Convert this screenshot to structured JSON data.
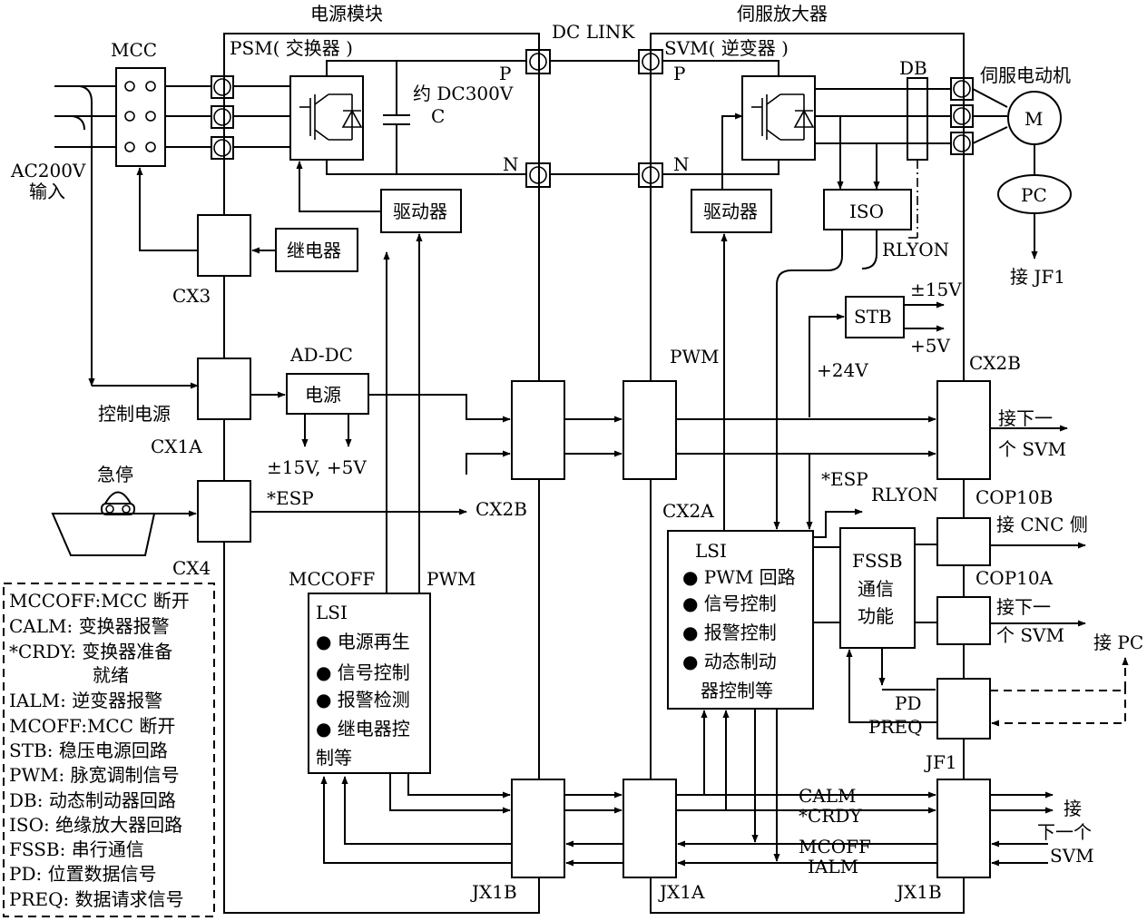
{
  "titles": {
    "power_module": "电源模块",
    "servo_amp": "伺服放大器",
    "dc_link": "DC LINK",
    "psm": "PSM( 交换器 )",
    "svm": "SVM( 逆变器 )",
    "motor": "伺服电动机"
  },
  "labels": {
    "mcc": "MCC",
    "ac_input_1": "AC200V",
    "ac_input_2": "输入",
    "p_left": "P",
    "n_left": "N",
    "p_right": "P",
    "n_right": "N",
    "dc_voltage": "约 DC300V",
    "capacitor": "C",
    "db": "DB",
    "motor_m": "M",
    "pc": "PC",
    "to_jf1": "接 JF1",
    "driver_left": "驱动器",
    "driver_right": "驱动器",
    "relay": "继电器",
    "iso": "ISO",
    "rlyon_top": "RLYON",
    "cx3": "CX3",
    "stb": "STB",
    "p15v": "±15V",
    "p5v": "+5V",
    "pwm_top": "PWM",
    "p24v": "+24V",
    "cx2b_right": "CX2B",
    "ad_dc": "AD-DC",
    "power_src": "电源",
    "ctrl_power": "控制电源",
    "cx1a": "CX1A",
    "supply_out": "±15V, +5V",
    "next_svm_1a": "接下一",
    "next_svm_1b": "个 SVM",
    "estop": "急停",
    "esp_left": "*ESP",
    "cx2b_mid": "CX2B",
    "cx2a": "CX2A",
    "esp_right": "*ESP",
    "rlyon_mid": "RLYON",
    "cop10b": "COP10B",
    "to_cnc": "接 CNC 侧",
    "cx4": "CX4",
    "mccoff": "MCCOFF",
    "pwm_mid": "PWM",
    "lsi_right": "LSI",
    "fssb_1": "FSSB",
    "fssb_2": "通信",
    "fssb_3": "功能",
    "cop10a": "COP10A",
    "next_svm_2a": "接下一",
    "next_svm_2b": "个 SVM",
    "to_pc": "接 PC",
    "lsi_left": "LSI",
    "pd": "PD",
    "preq": "PREQ",
    "jf1": "JF1",
    "calm": "CALM",
    "crdy": "*CRDY",
    "mcoff": "MCOFF",
    "ialm": "IALM",
    "jie": "接",
    "next_one": "下一个",
    "svm_bottom": "SVM",
    "jx1b_left": "JX1B",
    "jx1a": "JX1A",
    "jx1b_right": "JX1B"
  },
  "lsi_left_items": [
    "● 电源再生",
    "● 信号控制",
    "● 报警检测",
    "● 继电器控",
    "制等"
  ],
  "lsi_right_items": [
    "● PWM 回路",
    "● 信号控制",
    "● 报警控制",
    "● 动态制动",
    "器控制等"
  ],
  "legend": [
    "MCCOFF:MCC 断开",
    "CALM: 变换器报警",
    "*CRDY: 变换器准备",
    "就绪",
    "IALM: 逆变器报警",
    "MCOFF:MCC 断开",
    "STB: 稳压电源回路",
    "PWM: 脉宽调制信号",
    "DB: 动态制动器回路",
    "ISO: 绝缘放大器回路",
    "FSSB: 串行通信",
    "PD: 位置数据信号",
    "PREQ: 数据请求信号"
  ]
}
